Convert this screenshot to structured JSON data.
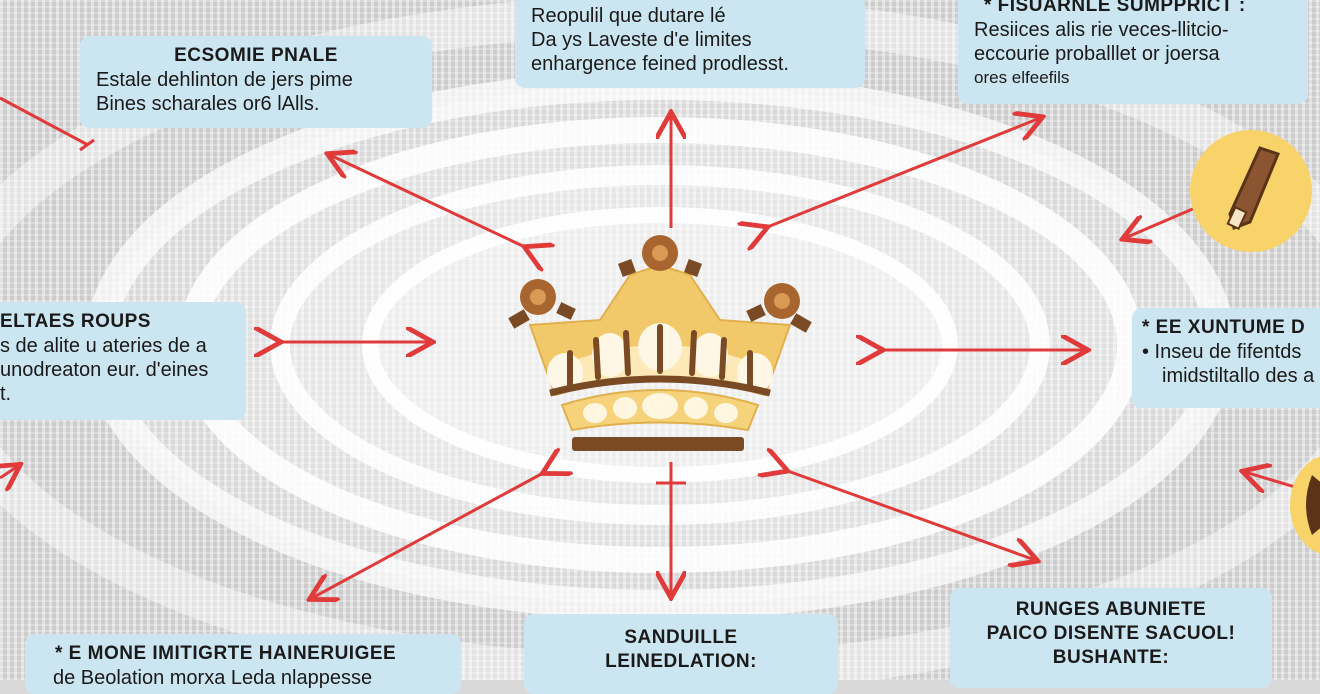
{
  "boxes": {
    "top_center": {
      "lines": [
        "Reopulil que dutare lé",
        "Da ys Laveste d'e limites",
        "enhargence feined prodlesst."
      ]
    },
    "top_left": {
      "title": "ECSOMIE PNALE",
      "lines": [
        "Estale dehlinton de jers pime",
        "Bines scharales or6 lAlls."
      ]
    },
    "top_right": {
      "title": "* FISUARNLE SUMPPRICT :",
      "lines": [
        "Resiices alis rie veces-llitcio-",
        "eccourie proballlet or joersa",
        "ores elfeefils"
      ]
    },
    "mid_left": {
      "title": "ELTAES ROUPS",
      "lines": [
        "s de alite u ateries de a",
        "unodreaton eur. d'eines",
        "t."
      ]
    },
    "mid_right": {
      "title": "* EE XUNTUME D",
      "lines": [
        "• Inseu de fifentds",
        "imidstiltallo des a"
      ]
    },
    "bottom_left": {
      "title": "* E MONE IMITIGRTE HAINERUIGEE",
      "lines": [
        "de Beolation morxa Leda nlappesse"
      ]
    },
    "bottom_center": {
      "title_lines": [
        "SANDUILLE",
        "LEINEDLATION:"
      ]
    },
    "bottom_right": {
      "title_lines": [
        "RUNGES ABUNIETE",
        "PAICO DISENTE SACUOL!",
        "BUSHANTE:"
      ]
    }
  },
  "colors": {
    "arrow": "#e03a3a",
    "box_fill": "#cce6f1",
    "crown_gold": "#f2c96a",
    "crown_brown": "#7a4a25",
    "badge": "#f7d36a"
  },
  "icons": {
    "center": "crown-icon",
    "right_badge": "pen-icon"
  }
}
